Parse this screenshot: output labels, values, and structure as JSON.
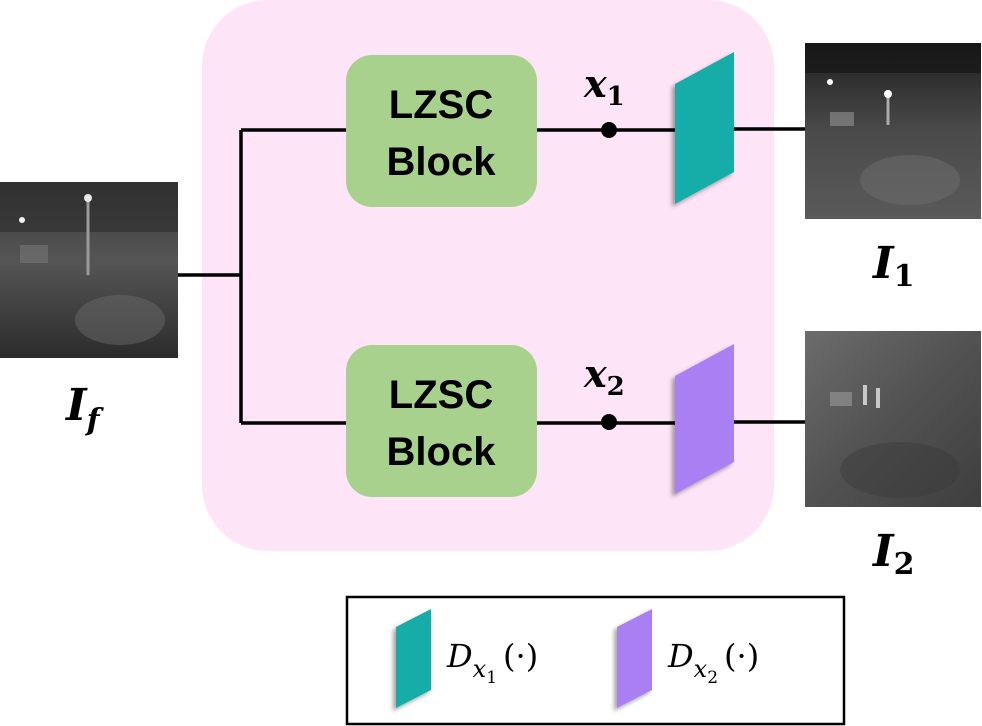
{
  "diagram": {
    "input": {
      "label_main": "I",
      "label_sub": "f"
    },
    "blocks": [
      {
        "line1": "LZSC",
        "line2": "Block"
      },
      {
        "line1": "LZSC",
        "line2": "Block"
      }
    ],
    "features": [
      {
        "main": "x",
        "sub": "1"
      },
      {
        "main": "x",
        "sub": "2"
      }
    ],
    "outputs": [
      {
        "main": "I",
        "sub": "1"
      },
      {
        "main": "I",
        "sub": "2"
      }
    ],
    "legend": [
      {
        "main": "D",
        "sub_main": "x",
        "sub_sub": "1",
        "arg": "(·)",
        "color": "#12ADA9"
      },
      {
        "main": "D",
        "sub_main": "x",
        "sub_sub": "2",
        "arg": "(·)",
        "color": "#A97FF3"
      }
    ],
    "colors": {
      "module_bg": "#FDE4F6",
      "block_fill": "#A7D18C",
      "decoder1": "#12ADA9",
      "decoder2": "#A97FF3"
    }
  }
}
